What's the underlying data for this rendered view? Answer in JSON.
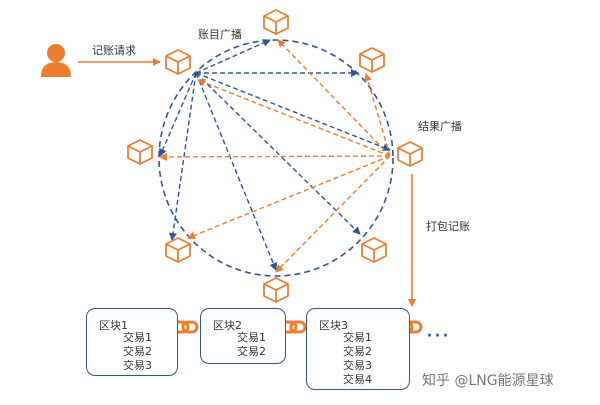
{
  "labels": {
    "record_request": "记账请求",
    "ledger_broadcast": "账目广播",
    "result_broadcast": "结果广播",
    "pack_record": "打包记账"
  },
  "blocks": [
    {
      "title": "区块1",
      "transactions": [
        "交易1",
        "交易2",
        "交易3"
      ]
    },
    {
      "title": "区块2",
      "transactions": [
        "交易1",
        "交易2"
      ]
    },
    {
      "title": "区块3",
      "transactions": [
        "交易1",
        "交易2",
        "交易3",
        "交易4"
      ]
    }
  ],
  "ellipsis": "···",
  "watermark": "知乎 @LNG能源星球",
  "colors": {
    "orange": "#ed7d31",
    "blue": "#2f5597"
  }
}
